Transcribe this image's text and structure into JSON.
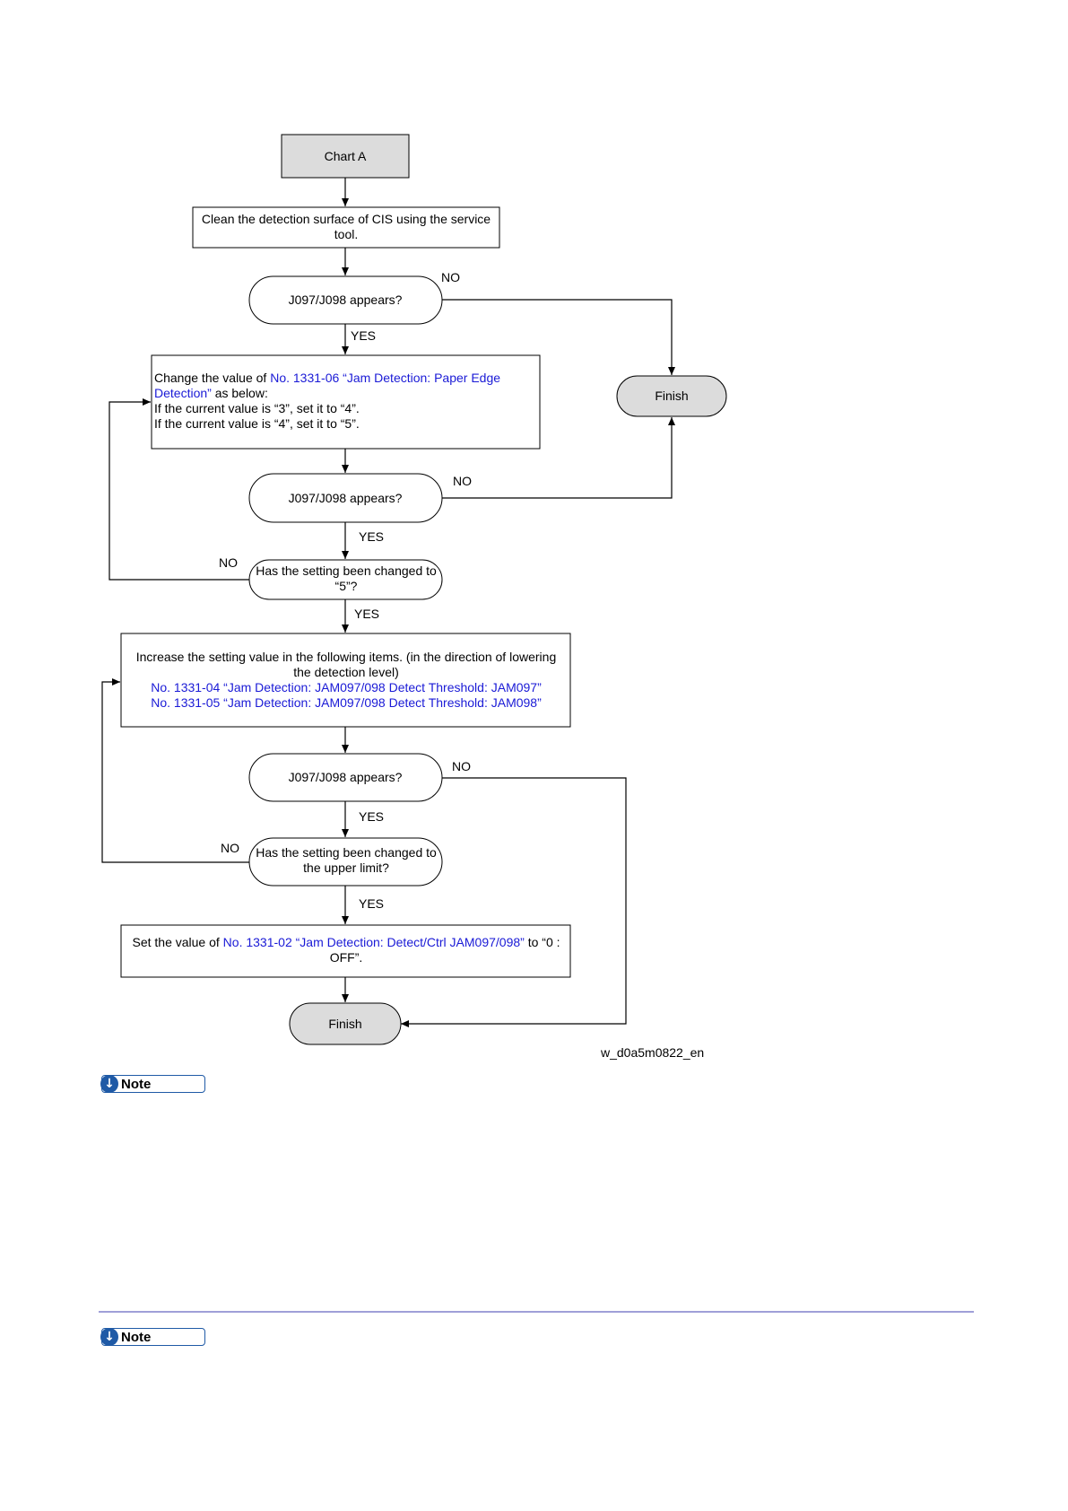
{
  "flowchart": {
    "start": "Chart A",
    "step_clean": [
      "Clean the detection surface of CIS using the service",
      "tool."
    ],
    "decision_1": "J097/J098 appears?",
    "no_1": "NO",
    "yes_1": "YES",
    "step_change": {
      "line1_prefix": "Change the value of ",
      "line1_link": "No. 1331-06 “Jam Detection: Paper Edge",
      "line2_link": "Detection”",
      "line2_suffix": " as below:",
      "line3": "If the current value is “3”, set it to “4”.",
      "line4": "If the current value is “4”, set it to “5”."
    },
    "finish_right": "Finish",
    "decision_2": "J097/J098 appears?",
    "no_2": "NO",
    "yes_2": "YES",
    "decision_3": [
      "Has the setting been changed to",
      "“5”?"
    ],
    "no_3": "NO",
    "yes_3": "YES",
    "step_increase": {
      "line1": "Increase the setting value in the following items. (in the direction of lowering",
      "line2": "the detection level)",
      "link1": "No. 1331-04 “Jam Detection: JAM097/098 Detect Threshold: JAM097”",
      "link2": "No. 1331-05 “Jam Detection: JAM097/098 Detect Threshold: JAM098”"
    },
    "decision_4": "J097/J098 appears?",
    "no_4": "NO",
    "yes_4": "YES",
    "decision_5": [
      "Has the setting been changed to",
      "the upper limit?"
    ],
    "no_5": "NO",
    "yes_5": "YES",
    "step_set": {
      "prefix": "Set the value of ",
      "link": "No. 1331-02 “Jam Detection: Detect/Ctrl JAM097/098”",
      "suffix": " to “0 :",
      "line2": "OFF”."
    },
    "finish_bottom": "Finish",
    "caption": "w_d0a5m0822_en"
  },
  "notes": [
    {
      "label": "Note",
      "icon": "down-arrow-icon"
    },
    {
      "label": "Note",
      "icon": "down-arrow-icon"
    }
  ],
  "colors": {
    "link": "#1a1ad6",
    "terminal_fill": "#dcdcdc",
    "note_accent": "#1f5aa6",
    "divider": "#9f9fd8"
  }
}
